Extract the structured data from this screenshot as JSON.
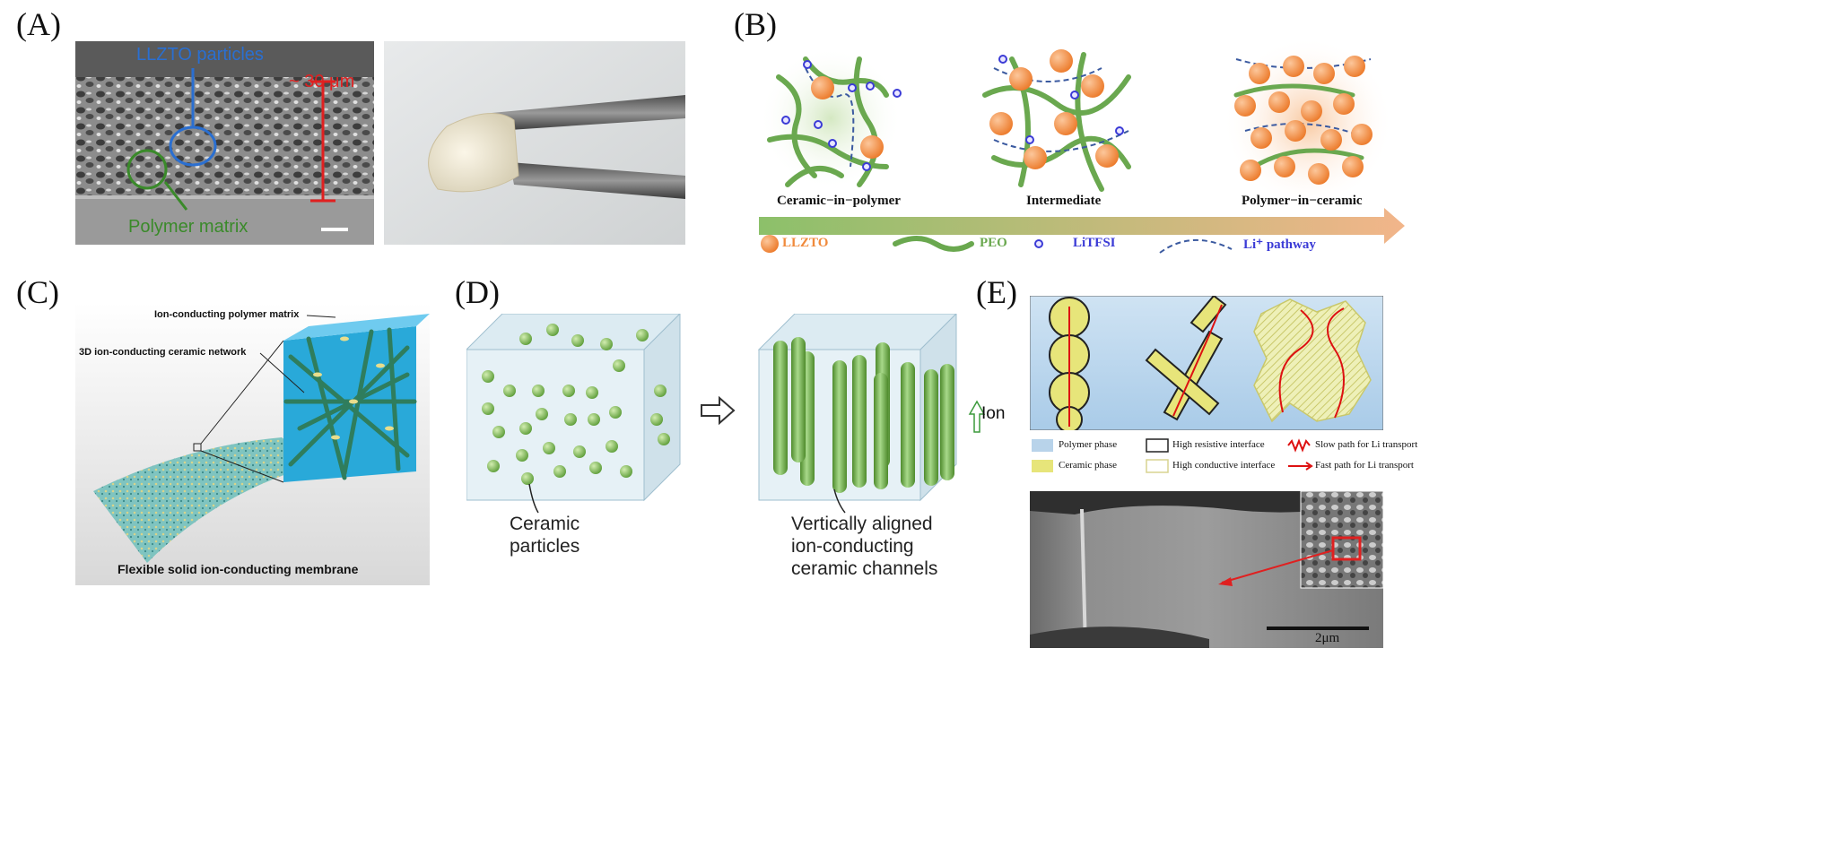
{
  "panels": {
    "A": {
      "label": "(A)",
      "particles_label": "LLZTO particles",
      "thickness_label": "~ 30 μm",
      "matrix_label": "Polymer matrix"
    },
    "B": {
      "label": "(B)",
      "stages": [
        "Ceramic−in−polymer",
        "Intermediate",
        "Polymer−in−ceramic"
      ],
      "legend": {
        "llzto": "LLZTO",
        "peo": "PEO",
        "litfsi": "LiTFSI",
        "pathway": "Li⁺ pathway"
      },
      "colors": {
        "particle": "#f08a3c",
        "polymer": "#6aa84f",
        "salt": "#3b3bd6"
      }
    },
    "C": {
      "label": "(C)",
      "polymer_matrix": "Ion-conducting polymer matrix",
      "ceramic_network": "3D ion-conducting ceramic network",
      "membrane": "Flexible solid ion-conducting membrane"
    },
    "D": {
      "label": "(D)",
      "particles_caption": [
        "Ceramic",
        "particles"
      ],
      "channels_caption": [
        "Vertically aligned",
        "ion-conducting",
        "ceramic channels"
      ],
      "ion_label": "Ion"
    },
    "E": {
      "label": "(E)",
      "legend": {
        "polymer": "Polymer phase",
        "ceramic": "Ceramic phase",
        "high_resistive": "High resistive interface",
        "high_conductive": "High conductive interface",
        "slow_path": "Slow path for Li transport",
        "fast_path": "Fast path for Li transport"
      },
      "scale_bar": "2μm"
    }
  }
}
